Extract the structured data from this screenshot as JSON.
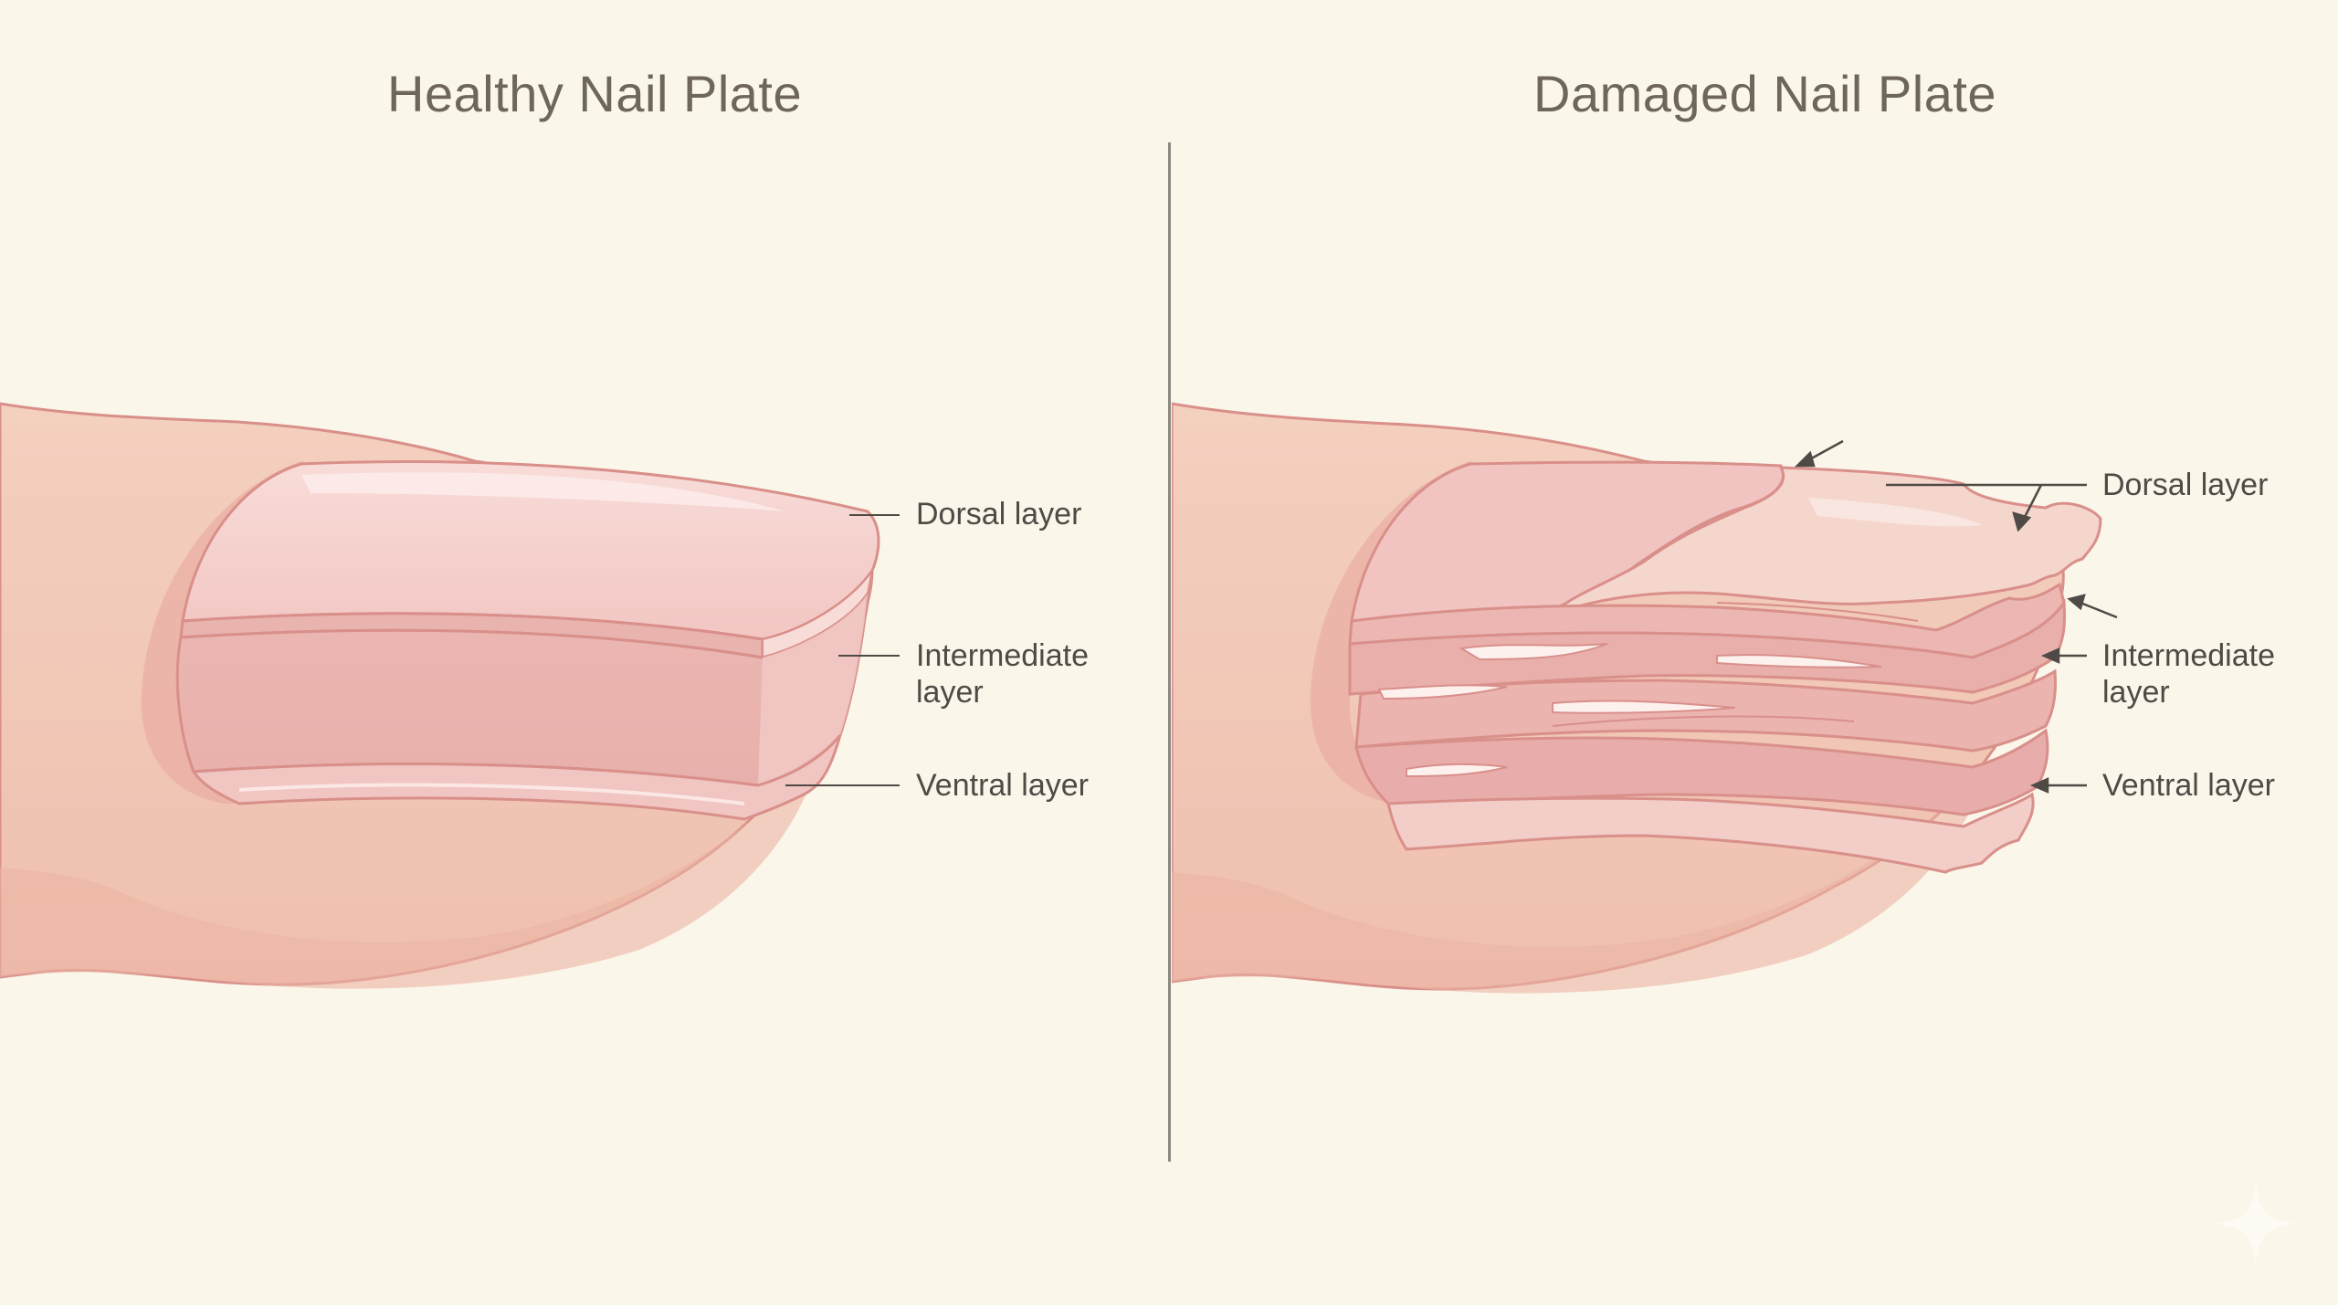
{
  "panels": {
    "left": {
      "title": "Healthy Nail Plate",
      "labels": {
        "dorsal": "Dorsal layer",
        "intermediate_line1": "Intermediate",
        "intermediate_line2": "layer",
        "ventral": "Ventral layer"
      }
    },
    "right": {
      "title": "Damaged Nail Plate",
      "labels": {
        "dorsal": "Dorsal layer",
        "intermediate_line1": "Intermediate",
        "intermediate_line2": "layer",
        "ventral": "Ventral layer"
      }
    }
  },
  "colors": {
    "background": "#faf6e9",
    "skin": "#f2c9b6",
    "skin_outline": "#d98f8a",
    "nail": "#f4cfcc",
    "nail_dark": "#e8aaa8",
    "title_text": "#6e655c",
    "label_text": "#4f4a45",
    "divider": "#8a8880"
  }
}
